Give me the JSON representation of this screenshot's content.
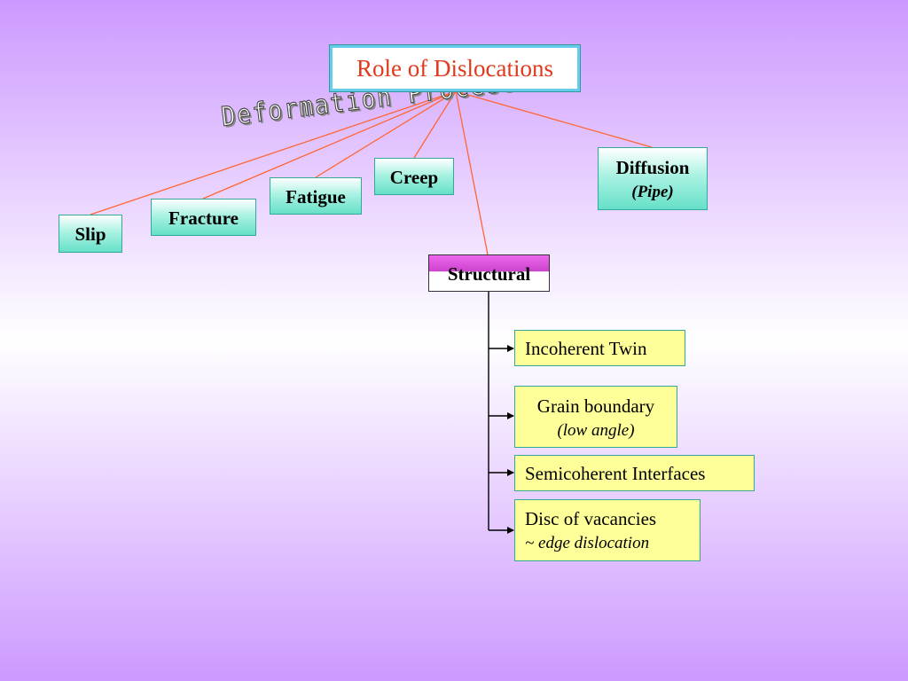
{
  "diagram": {
    "root": "Role of Dislocations",
    "group_label": "Deformation Processes",
    "deformation": {
      "slip": "Slip",
      "fracture": "Fracture",
      "fatigue": "Fatigue",
      "creep": "Creep"
    },
    "diffusion": {
      "title": "Diffusion",
      "sub": "(Pipe)"
    },
    "structural": {
      "title": "Structural",
      "items": [
        {
          "title": "Incoherent Twin"
        },
        {
          "title": "Grain boundary",
          "sub": "(low angle)"
        },
        {
          "title": "Semicoherent Interfaces"
        },
        {
          "title": "Disc of vacancies",
          "sub": "~ edge dislocation"
        }
      ]
    }
  },
  "colors": {
    "root_text": "#e03a1c",
    "connector_orange": "#ff6633",
    "connector_black": "#000000",
    "green_box": "#66e0c8",
    "magenta_box": "#cc44cc",
    "yellow_box": "#ffff99"
  }
}
